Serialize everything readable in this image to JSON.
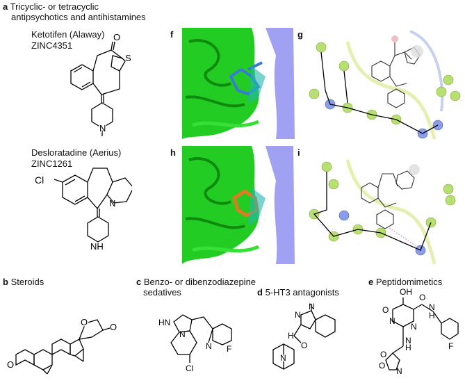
{
  "figure": {
    "a": {
      "letter": "a",
      "title_line1": "Tricyclic- or tetracyclic",
      "title_line2": "antipsychotics  and antihistamines"
    },
    "mol1": {
      "name": "Ketotifen (Alaway)",
      "id": "ZINC4351",
      "atom_O": "O",
      "atom_S": "S",
      "atom_N": "N"
    },
    "mol2": {
      "name": "Desloratadine (Aerius)",
      "id": "ZINC1261",
      "atom_Cl": "Cl",
      "atom_N": "N",
      "atom_NH": "NH"
    },
    "b": {
      "letter": "b",
      "title": "Steroids",
      "atom_O1": "O",
      "atom_O2": "O",
      "atom_O3": "O"
    },
    "c": {
      "letter": "c",
      "title_line1": "Benzo- or dibenzodiazepine",
      "title_line2": "sedatives",
      "atom_HN": "HN",
      "atom_N1": "N",
      "atom_N2": "N",
      "atom_Cl": "Cl",
      "atom_F": "F"
    },
    "d": {
      "letter": "d",
      "title": "5-HT3 antagonists",
      "atom_N1": "N",
      "atom_N2": "N",
      "atom_O": "O",
      "atom_HN": "H",
      "atom_N3": "N"
    },
    "e": {
      "letter": "e",
      "title": "Peptidomimetics",
      "atom_OH": "OH",
      "atom_O1": "O",
      "atom_O2": "O",
      "atom_N1": "N",
      "atom_N2": "N",
      "atom_H1": "H",
      "atom_N3": "N",
      "atom_H2": "H",
      "atom_N4": "N",
      "atom_N5": "N",
      "atom_O3": "O",
      "atom_O4": "O",
      "atom_F": "F"
    },
    "f": {
      "letter": "f"
    },
    "g": {
      "letter": "g"
    },
    "h": {
      "letter": "h"
    },
    "i": {
      "letter": "i"
    }
  },
  "colors": {
    "protein": "#22cc22",
    "membrane": "#8a8af0",
    "ligand_blue": "#3a7ad8",
    "ligand_orange": "#e07a20",
    "residue_green": "#b8e070",
    "residue_blue": "#8a9de8"
  }
}
